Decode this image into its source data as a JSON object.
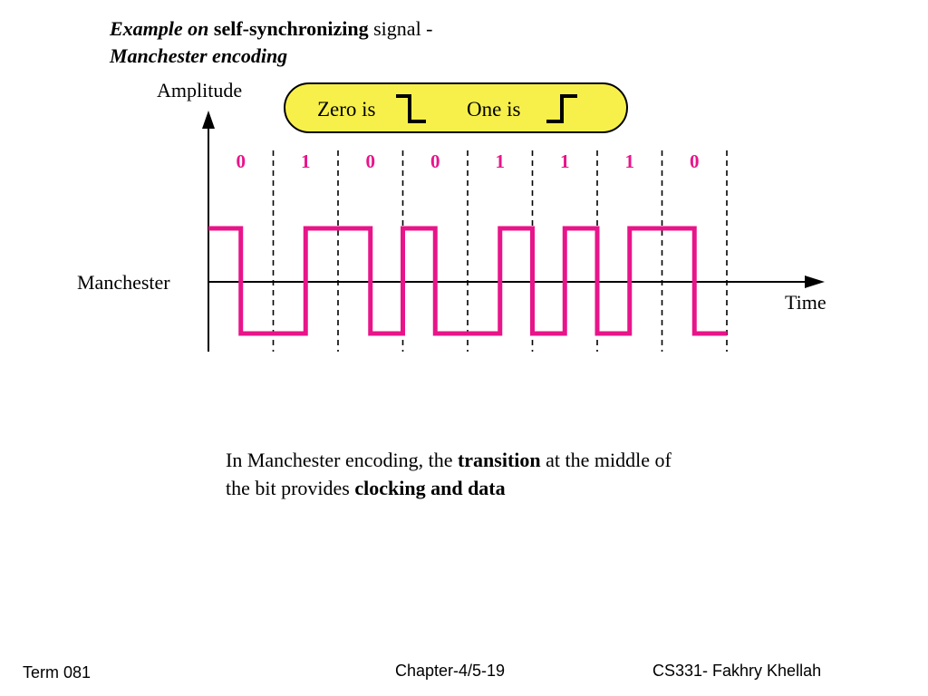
{
  "title": {
    "line1_italic": "Example on",
    "line1_bold": "self-synchronizing",
    "line1_plain": "signal -",
    "line2_italic": "Manchester encoding"
  },
  "diagram": {
    "y_axis_label": "Amplitude",
    "x_axis_label": "Time",
    "signal_label": "Manchester",
    "legend": {
      "zero_label": "Zero is",
      "one_label": "One is"
    },
    "bits": [
      "0",
      "1",
      "0",
      "0",
      "1",
      "1",
      "1",
      "0"
    ],
    "colors": {
      "signal": "#e8148a",
      "legend_fill": "#f7f04a",
      "axis": "#000000"
    }
  },
  "caption": {
    "part1": "In Manchester encoding, the",
    "bold1": "transition",
    "part2": "at the middle of the bit provides",
    "bold2": "clocking and data"
  },
  "footer": {
    "left": "Term 081",
    "center": "Chapter-4/5-19",
    "right": "CS331- Fakhry Khellah"
  }
}
